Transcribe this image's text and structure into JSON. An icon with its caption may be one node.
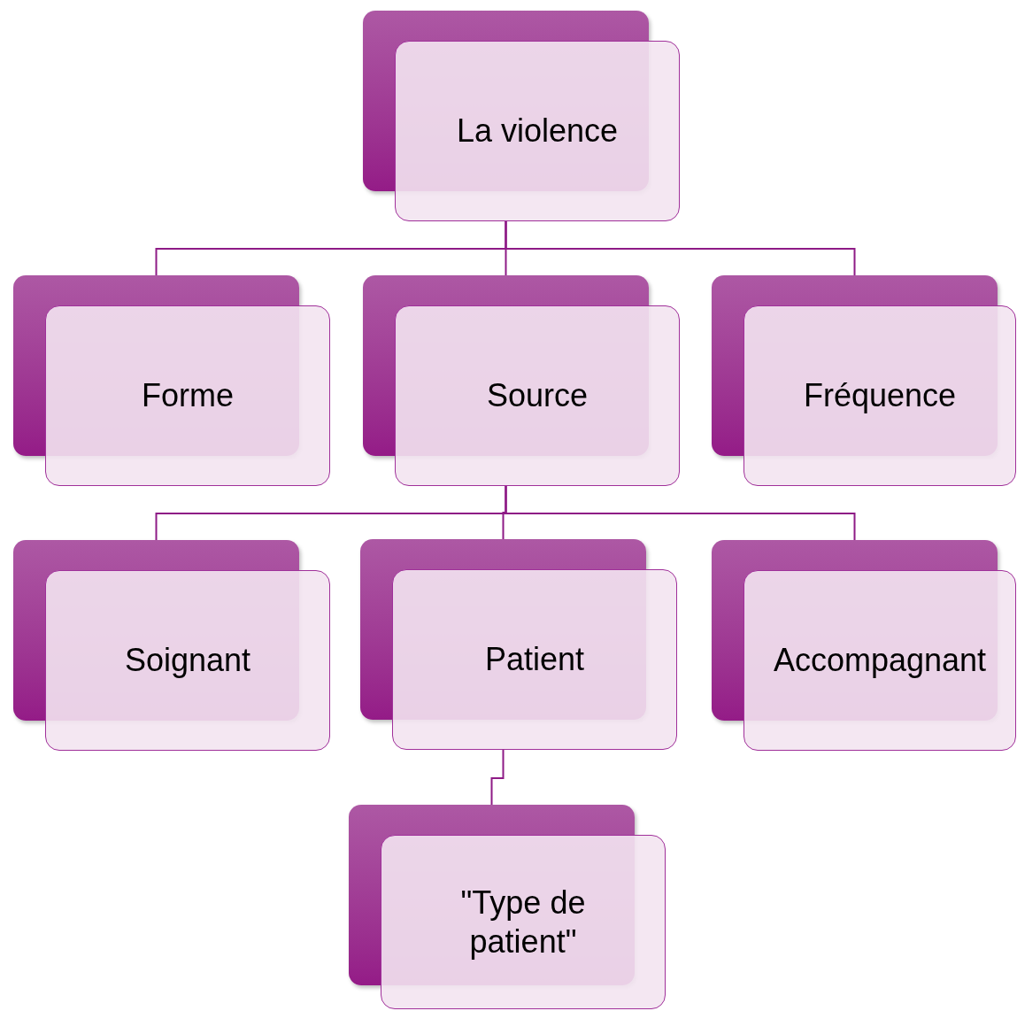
{
  "diagram": {
    "nodes": [
      {
        "text": [
          "La violence"
        ]
      },
      {
        "text": [
          "Forme"
        ]
      },
      {
        "text": [
          "Source"
        ]
      },
      {
        "text": [
          "Fréquence"
        ]
      },
      {
        "text": [
          "Soignant"
        ]
      },
      {
        "text": [
          "Patient"
        ]
      },
      {
        "text": [
          "Accompagnant"
        ]
      },
      {
        "text": [
          "\"Type de patient\""
        ]
      }
    ],
    "edges": [
      {
        "from": 0,
        "to": 1,
        "arrow": "none"
      },
      {
        "from": 0,
        "to": 2,
        "arrow": "none"
      },
      {
        "from": 0,
        "to": 3,
        "arrow": "none"
      },
      {
        "from": 2,
        "to": 4,
        "arrow": "none"
      },
      {
        "from": 2,
        "to": 5,
        "arrow": "none"
      },
      {
        "from": 2,
        "to": 6,
        "arrow": "none"
      },
      {
        "from": 5,
        "to": 7,
        "arrow": "none"
      }
    ]
  }
}
